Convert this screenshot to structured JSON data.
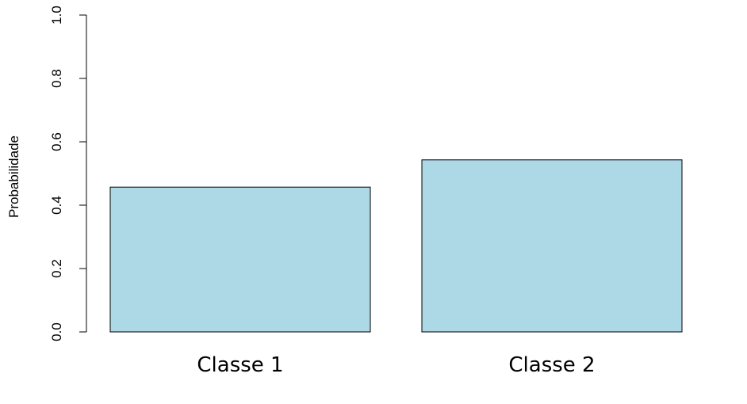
{
  "chart_data": {
    "type": "bar",
    "categories": [
      "Classe 1",
      "Classe 2"
    ],
    "values": [
      0.457,
      0.543
    ],
    "title": "",
    "xlabel": "",
    "ylabel": "Probabilidade",
    "ylim": [
      0,
      1
    ],
    "yticks": [
      "0.0",
      "0.2",
      "0.4",
      "0.6",
      "0.8",
      "1.0"
    ],
    "bar_color": "#ADD8E6",
    "bar_stroke": "#000000",
    "grid": false
  }
}
